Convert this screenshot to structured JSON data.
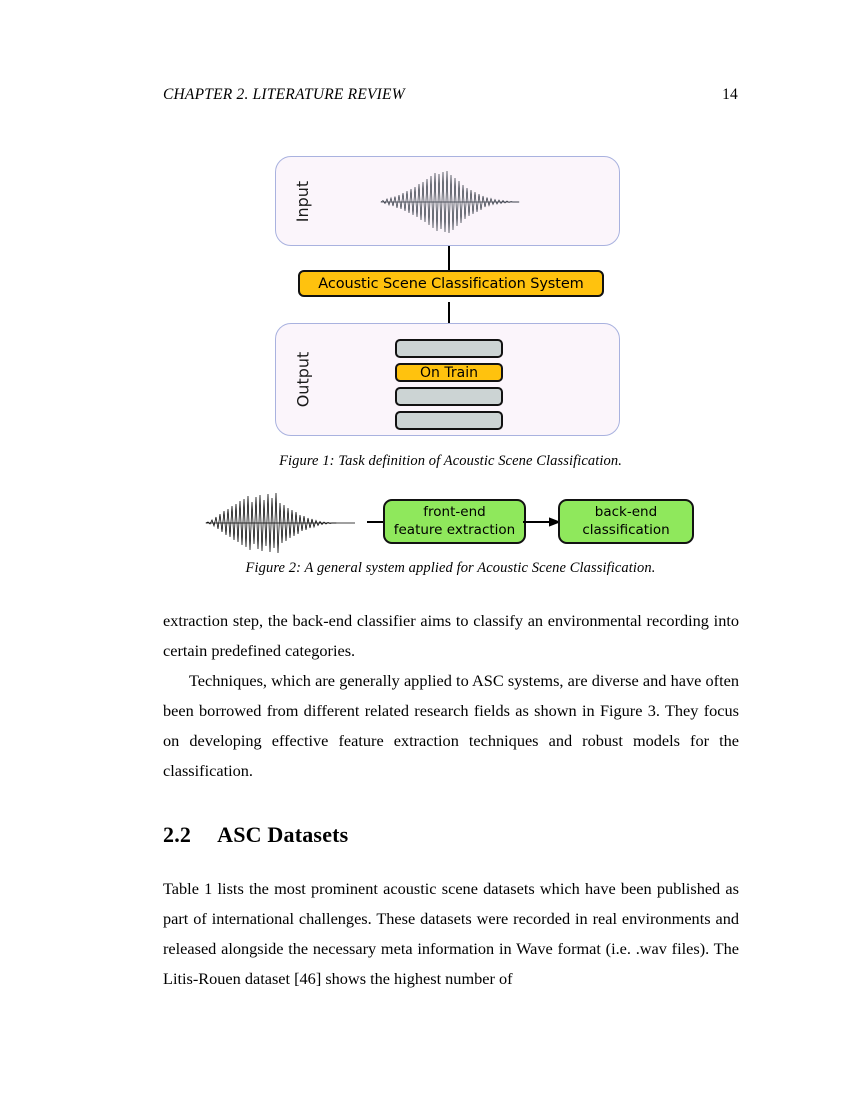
{
  "header": {
    "chapter": "CHAPTER 2.   LITERATURE REVIEW",
    "page_number": "14"
  },
  "figure1": {
    "input_label": "Input",
    "output_label": "Output",
    "system_box_label": "Acoustic Scene Classification System",
    "output_bars": [
      {
        "label": "",
        "highlighted": false
      },
      {
        "label": "On Train",
        "highlighted": true
      },
      {
        "label": "",
        "highlighted": false
      },
      {
        "label": "",
        "highlighted": false
      }
    ],
    "caption": "Figure 1: Task definition of Acoustic Scene Classification.",
    "colors": {
      "panel_fill": "#fbf5fb",
      "panel_border": "#a9b2df",
      "accent_orange": "#ffc20e",
      "bar_gray": "#ccd4d4",
      "stroke": "#121212"
    }
  },
  "figure2": {
    "front_end_line1": "front-end",
    "front_end_line2": "feature extraction",
    "back_end_line1": "back-end",
    "back_end_line2": "classification",
    "caption": "Figure 2: A general system applied for Acoustic Scene Classification.",
    "colors": {
      "box_fill": "#8fe85c",
      "stroke": "#121212"
    }
  },
  "body": {
    "paragraph1": "extraction step, the back-end classifier aims to classify an environmental recording into certain predefined categories.",
    "paragraph2": "Techniques, which are generally applied to ASC systems, are diverse and have often been borrowed from different related research fields as shown in Figure 3. They focus on developing effective feature extraction techniques and robust models for the classification."
  },
  "section": {
    "number": "2.2",
    "title": "ASC Datasets"
  },
  "body2": {
    "paragraph1": "Table 1 lists the most prominent acoustic scene datasets which have been published as part of international challenges. These datasets were recorded in real environments and released alongside the necessary meta information in Wave format (i.e. .wav files). The Litis-Rouen dataset [46] shows the highest number of"
  }
}
